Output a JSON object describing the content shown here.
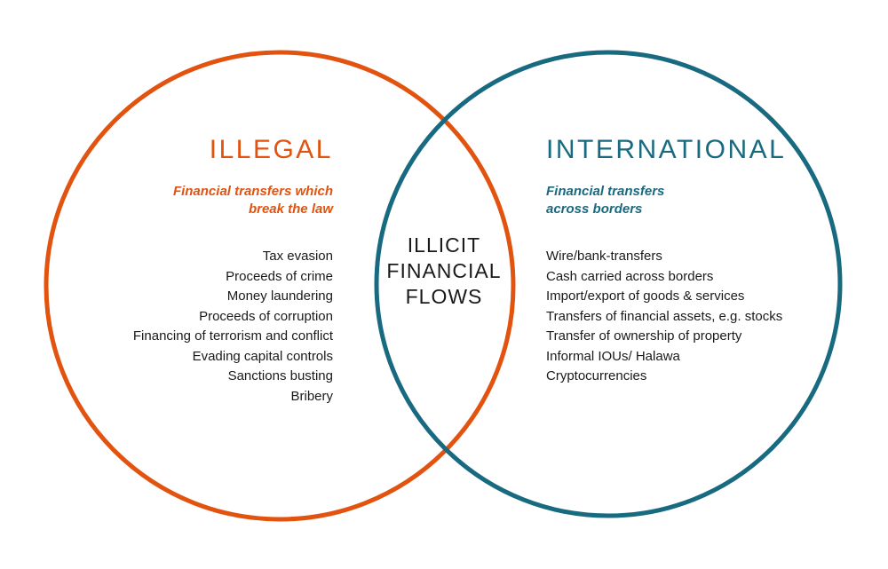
{
  "colors": {
    "orange": "#E2530F",
    "teal": "#186A80",
    "text": "#1A1A1A"
  },
  "center": {
    "lines": [
      "ILLICIT",
      "FINANCIAL",
      "FLOWS"
    ]
  },
  "left_circle": {
    "title": "ILLEGAL",
    "subtitle_lines": [
      "Financial transfers which",
      "break the law"
    ],
    "items": [
      "Tax evasion",
      "Proceeds of crime",
      "Money laundering",
      "Proceeds of corruption",
      "Financing of terrorism and conflict",
      "Evading capital controls",
      "Sanctions busting",
      "Bribery"
    ]
  },
  "right_circle": {
    "title": "INTERNATIONAL",
    "subtitle_lines": [
      "Financial transfers",
      "across borders"
    ],
    "items": [
      "Wire/bank-transfers",
      "Cash carried across borders",
      "Import/export of goods & services",
      "Transfers of financial assets, e.g. stocks",
      "Transfer of ownership of property",
      "Informal IOUs/ Halawa",
      "Cryptocurrencies"
    ]
  }
}
